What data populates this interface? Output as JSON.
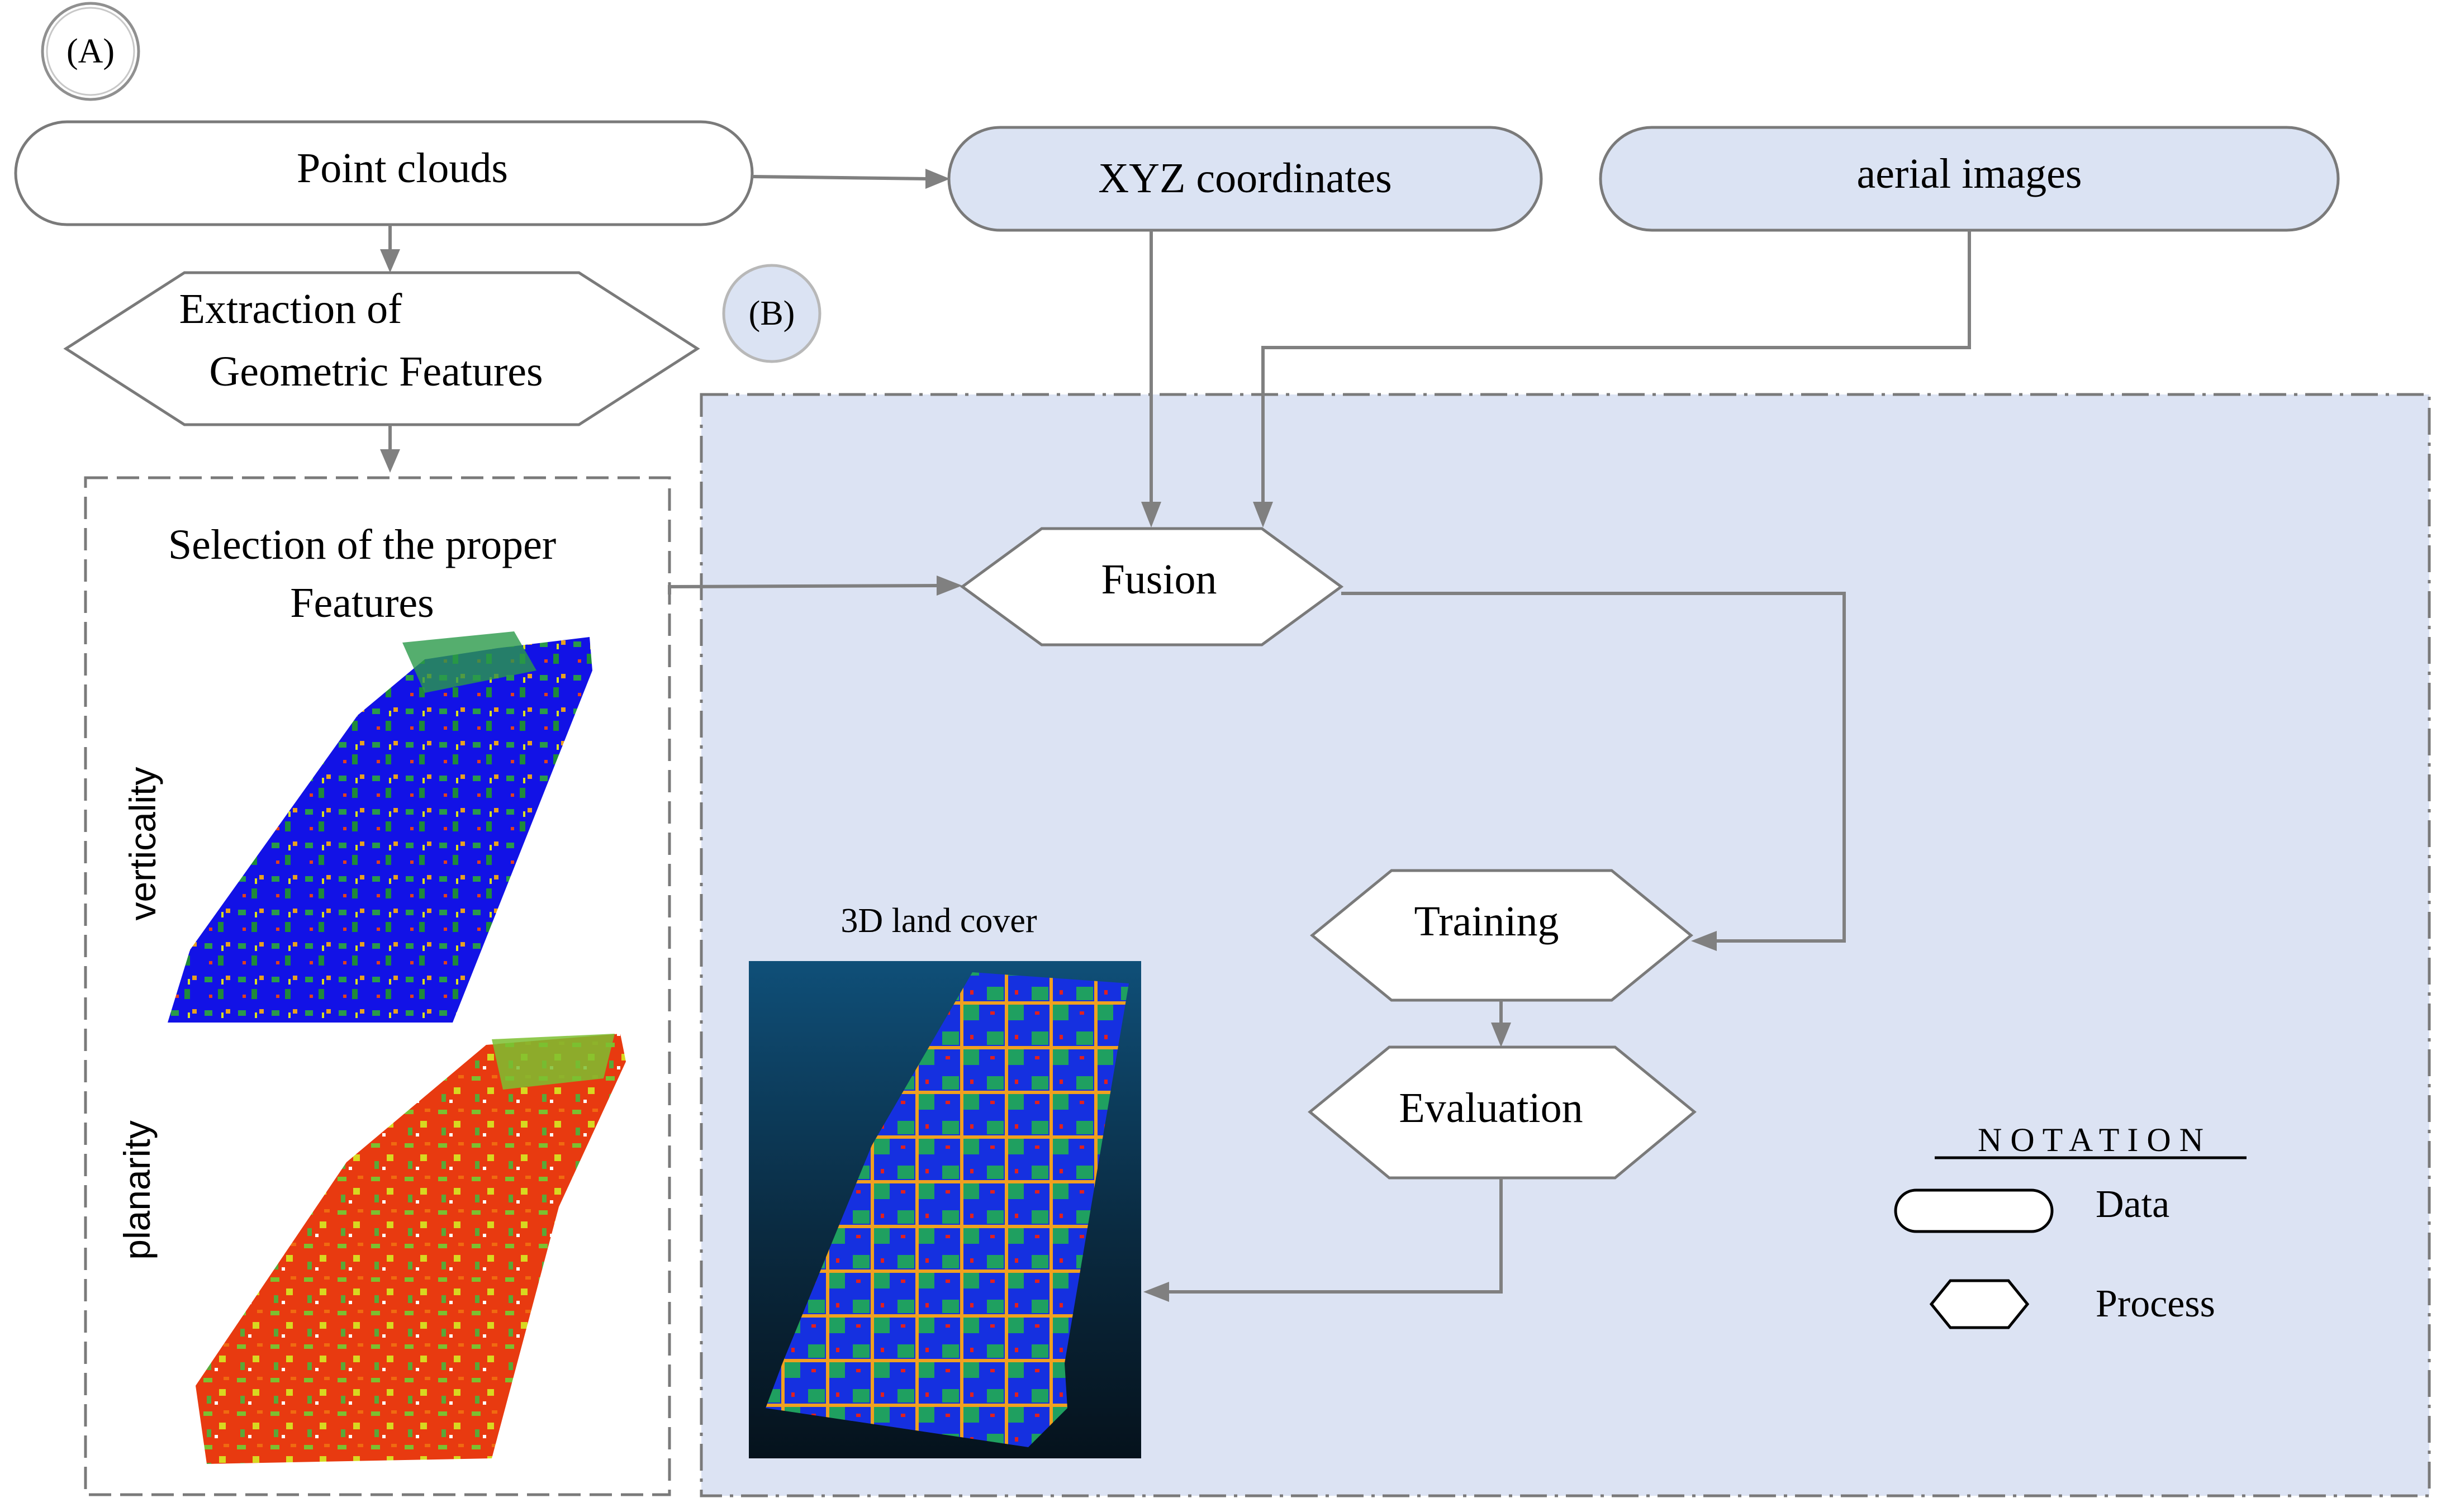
{
  "labels": {
    "panel_a": "(A)",
    "panel_b": "(B)"
  },
  "nodes": {
    "point_clouds": "Point clouds",
    "xyz_coordinates": "XYZ coordinates",
    "aerial_images": "aerial images",
    "extraction_line1": "Extraction of",
    "extraction_line2": "Geometric Features",
    "selection_line1": "Selection of the proper",
    "selection_line2": "Features",
    "fusion": "Fusion",
    "training": "Training",
    "evaluation": "Evaluation"
  },
  "images": {
    "verticality_label": "verticality",
    "planarity_label": "planarity",
    "land_cover_title": "3D land cover"
  },
  "notation": {
    "title": "N O T A T I O N",
    "data": "Data",
    "process": "Process"
  },
  "colors": {
    "data_fill": "#dbe3f3",
    "region_b_fill": "#dce3f3",
    "arrow": "#808080",
    "vert_base": "#1212e6",
    "plan_base": "#e83a10",
    "cover_green": "#1fa060",
    "cover_orange": "#f0a020",
    "cover_red": "#e02020",
    "cover_blue": "#1530e0"
  }
}
